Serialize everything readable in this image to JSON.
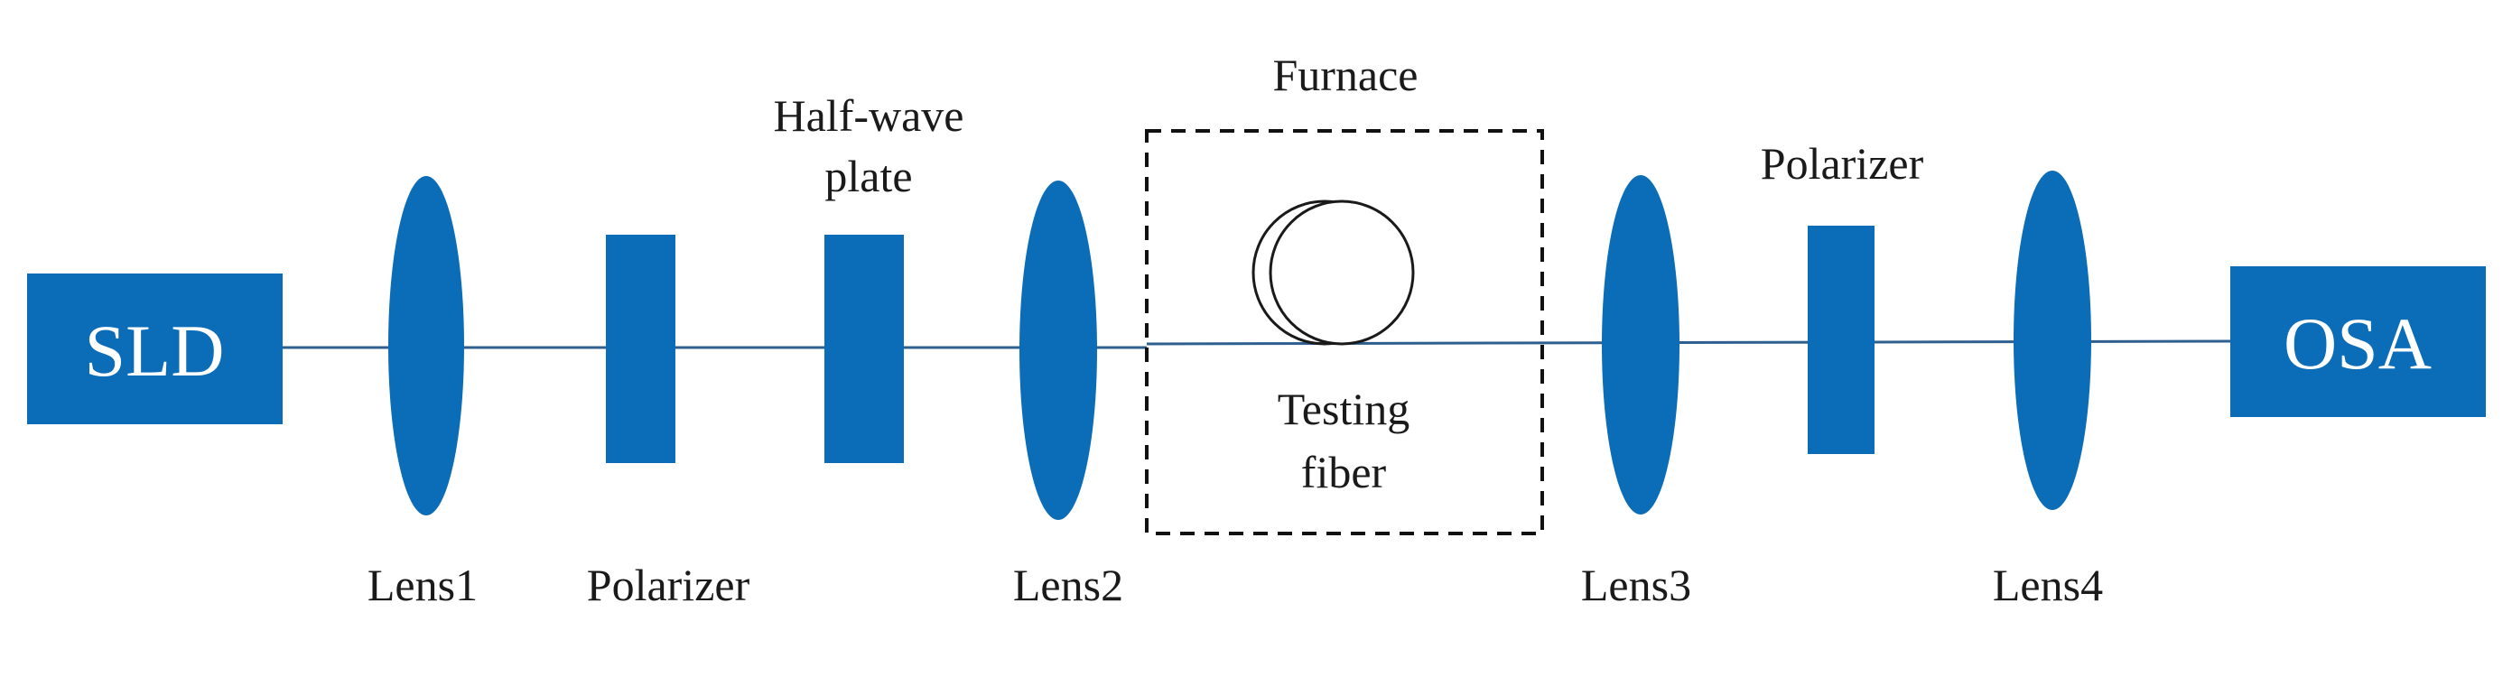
{
  "colors": {
    "component": "#0b6cb8",
    "beam": "#2f5f8f",
    "outline": "#111111",
    "text": "#1a1a1a",
    "box_text": "#ffffff"
  },
  "source": {
    "label": "SLD"
  },
  "analyzer": {
    "label": "OSA"
  },
  "lenses": [
    {
      "label": "Lens1"
    },
    {
      "label": "Lens2"
    },
    {
      "label": "Lens3"
    },
    {
      "label": "Lens4"
    }
  ],
  "polarizers": [
    {
      "label": "Polarizer"
    },
    {
      "label": "Polarizer"
    }
  ],
  "half_wave_plate": {
    "label_line1": "Half-wave",
    "label_line2": "plate"
  },
  "furnace": {
    "label": "Furnace"
  },
  "testing_fiber": {
    "label_line1": "Testing",
    "label_line2": "fiber"
  }
}
